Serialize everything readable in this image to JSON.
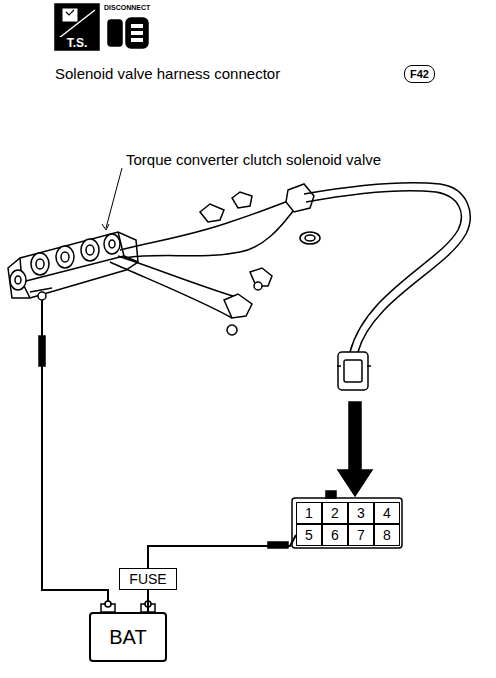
{
  "diagram": {
    "nodes": [
      {
        "text": [
          "1"
        ]
      },
      {
        "text": [
          "2"
        ]
      },
      {
        "text": [
          "3"
        ]
      },
      {
        "text": [
          "4"
        ]
      },
      {
        "text": [
          "5"
        ]
      },
      {
        "text": [
          "6"
        ]
      },
      {
        "text": [
          "7"
        ]
      },
      {
        "text": [
          "8"
        ]
      },
      {
        "text": [
          "FUSE"
        ]
      },
      {
        "text": [
          "BAT"
        ]
      }
    ],
    "edges": [
      {
        "from": 9,
        "to": 8,
        "arrow": "none"
      },
      {
        "from": 8,
        "to": 4,
        "arrow": "none"
      }
    ],
    "labels": [
      "T.S.",
      "DISCONNECT",
      "Solenoid valve harness connector",
      "F42",
      "Torque converter clutch solenoid valve"
    ]
  }
}
